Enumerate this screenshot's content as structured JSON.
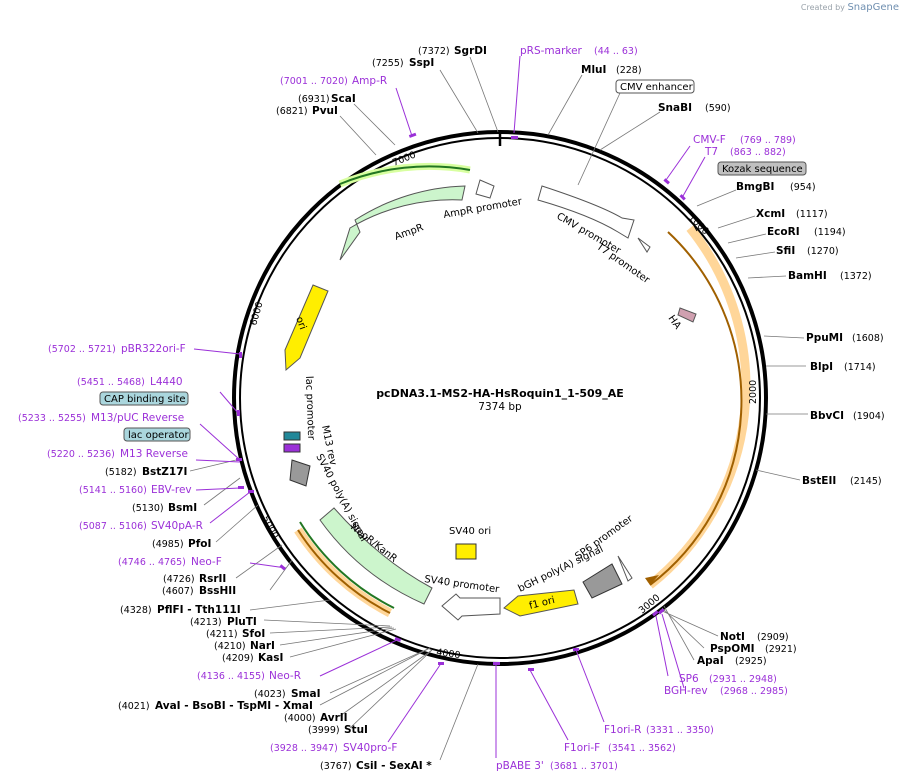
{
  "header": {
    "created_by": "Created by",
    "brand": "SnapGene"
  },
  "plasmid": {
    "name": "pcDNA3.1-MS2-HA-HsRoquin1_1-509_AE",
    "length_label": "7374 bp",
    "length": 7374
  },
  "ticks": [
    "1000",
    "2000",
    "3000",
    "4000",
    "5000",
    "6000",
    "7000"
  ],
  "features": [
    {
      "label": "AmpR promoter"
    },
    {
      "label": "AmpR"
    },
    {
      "label": "ori"
    },
    {
      "label": "CMV promoter"
    },
    {
      "label": "T7 promoter"
    },
    {
      "label": "HA"
    },
    {
      "label": "lac promoter"
    },
    {
      "label": "M13 rev"
    },
    {
      "label": "SV40 poly(A) signal"
    },
    {
      "label": "NeoR/KanR"
    },
    {
      "label": "SV40 ori"
    },
    {
      "label": "SV40 promoter"
    },
    {
      "label": "f1 ori"
    },
    {
      "label": "bGH poly(A) signal"
    },
    {
      "label": "SP6 promoter"
    }
  ],
  "boxed_labels": [
    "CMV enhancer",
    "Kozak sequence",
    "CAP binding site",
    "lac operator"
  ],
  "sites": [
    {
      "name": "SgrDI",
      "pos": "(7372)"
    },
    {
      "name": "SspI",
      "pos": "(7255)"
    },
    {
      "name": "ScaI",
      "pos": "(6931)"
    },
    {
      "name": "PvuI",
      "pos": "(6821)"
    },
    {
      "name": "MluI",
      "pos": "(228)"
    },
    {
      "name": "SnaBI",
      "pos": "(590)"
    },
    {
      "name": "BmgBI",
      "pos": "(954)"
    },
    {
      "name": "XcmI",
      "pos": "(1117)"
    },
    {
      "name": "EcoRI",
      "pos": "(1194)"
    },
    {
      "name": "SfiI",
      "pos": "(1270)"
    },
    {
      "name": "BamHI",
      "pos": "(1372)"
    },
    {
      "name": "PpuMI",
      "pos": "(1608)"
    },
    {
      "name": "BlpI",
      "pos": "(1714)"
    },
    {
      "name": "BbvCI",
      "pos": "(1904)"
    },
    {
      "name": "BstEII",
      "pos": "(2145)"
    },
    {
      "name": "NotI",
      "pos": "(2909)"
    },
    {
      "name": "PspOMI",
      "pos": "(2921)"
    },
    {
      "name": "ApaI",
      "pos": "(2925)"
    },
    {
      "name": "BstZ17I",
      "pos": "(5182)"
    },
    {
      "name": "BsmI",
      "pos": "(5130)"
    },
    {
      "name": "PfoI",
      "pos": "(4985)"
    },
    {
      "name": "RsrII",
      "pos": "(4726)"
    },
    {
      "name": "BssHII",
      "pos": "(4607)"
    },
    {
      "name": "PflFI - Tth111I",
      "pos": "(4328)"
    },
    {
      "name": "PluTI",
      "pos": "(4213)"
    },
    {
      "name": "SfoI",
      "pos": "(4211)"
    },
    {
      "name": "NarI",
      "pos": "(4210)"
    },
    {
      "name": "KasI",
      "pos": "(4209)"
    },
    {
      "name": "SmaI",
      "pos": "(4023)"
    },
    {
      "name": "AvaI - BsoBI - TspMI - XmaI",
      "pos": "(4021)"
    },
    {
      "name": "AvrII",
      "pos": "(4000)"
    },
    {
      "name": "StuI",
      "pos": "(3999)"
    },
    {
      "name": "CsiI - SexAI *",
      "pos": "(3767)"
    }
  ],
  "primers": [
    {
      "name": "pRS-marker",
      "pos": "(44 .. 63)"
    },
    {
      "name": "Amp-R",
      "pos": "(7001 .. 7020)"
    },
    {
      "name": "CMV-F",
      "pos": "(769 .. 789)"
    },
    {
      "name": "T7",
      "pos": "(863 .. 882)"
    },
    {
      "name": "pBR322ori-F",
      "pos": "(5702 .. 5721)"
    },
    {
      "name": "L4440",
      "pos": "(5451 .. 5468)"
    },
    {
      "name": "M13/pUC Reverse",
      "pos": "(5233 .. 5255)"
    },
    {
      "name": "M13 Reverse",
      "pos": "(5220 .. 5236)"
    },
    {
      "name": "EBV-rev",
      "pos": "(5141 .. 5160)"
    },
    {
      "name": "SV40pA-R",
      "pos": "(5087 .. 5106)"
    },
    {
      "name": "Neo-F",
      "pos": "(4746 .. 4765)"
    },
    {
      "name": "Neo-R",
      "pos": "(4136 .. 4155)"
    },
    {
      "name": "SV40pro-F",
      "pos": "(3928 .. 3947)"
    },
    {
      "name": "pBABE 3'",
      "pos": "(3681 .. 3701)"
    },
    {
      "name": "F1ori-F",
      "pos": "(3541 .. 3562)"
    },
    {
      "name": "F1ori-R",
      "pos": "(3331 .. 3350)"
    },
    {
      "name": "SP6",
      "pos": "(2931 .. 2948)"
    },
    {
      "name": "BGH-rev",
      "pos": "(2968 .. 2985)"
    }
  ],
  "colors": {
    "backbone": "#000000",
    "amp": "#ccf5cc",
    "amp_stroke": "#227722",
    "ori": "#ffee00",
    "insert": "#ffcc80",
    "insert_line": "#a06000",
    "primer": "#9b30d8",
    "boxed": "#aad6dd"
  }
}
